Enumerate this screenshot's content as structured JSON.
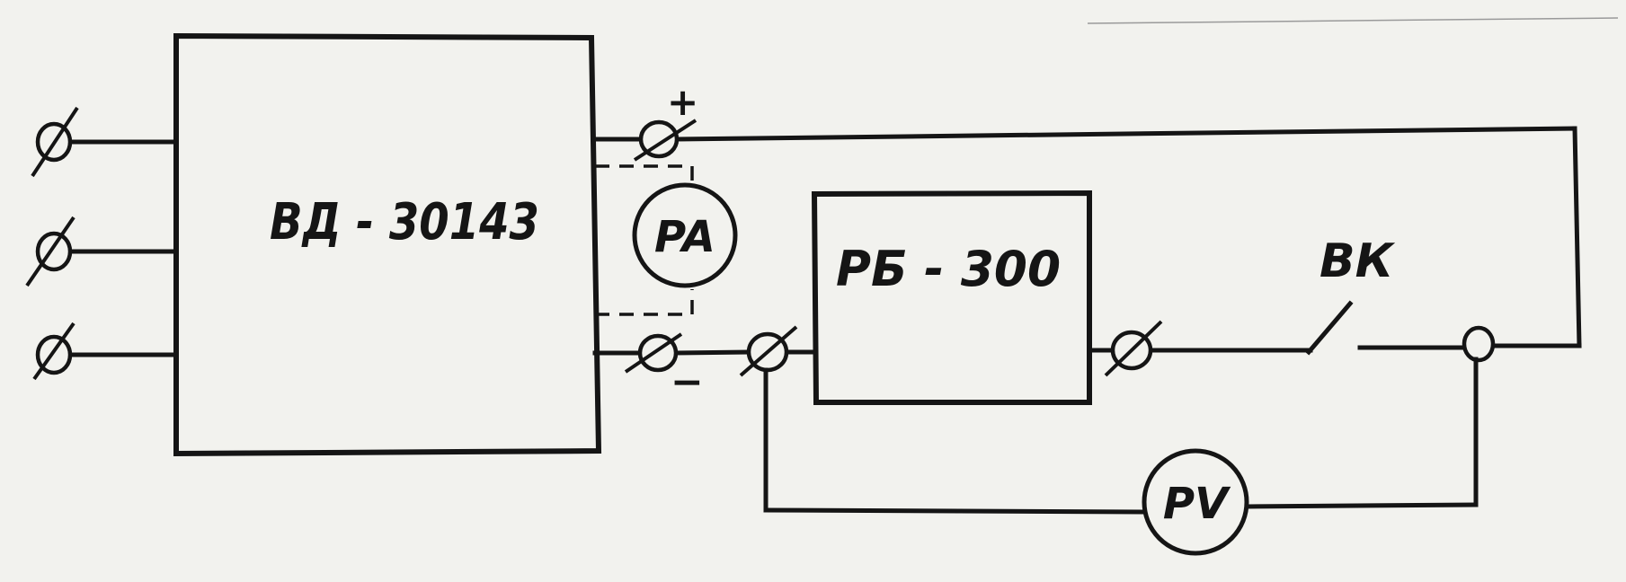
{
  "diagram": {
    "rectifier_label": "ВД - 30143",
    "resistor_box_label": "РБ - 300",
    "ammeter_label": "PA",
    "voltmeter_label": "PV",
    "switch_label": "ВК",
    "plus_sign": "+",
    "minus_sign": "−"
  },
  "colors": {
    "ink": "#151515",
    "paper": "#f2f2ee"
  }
}
